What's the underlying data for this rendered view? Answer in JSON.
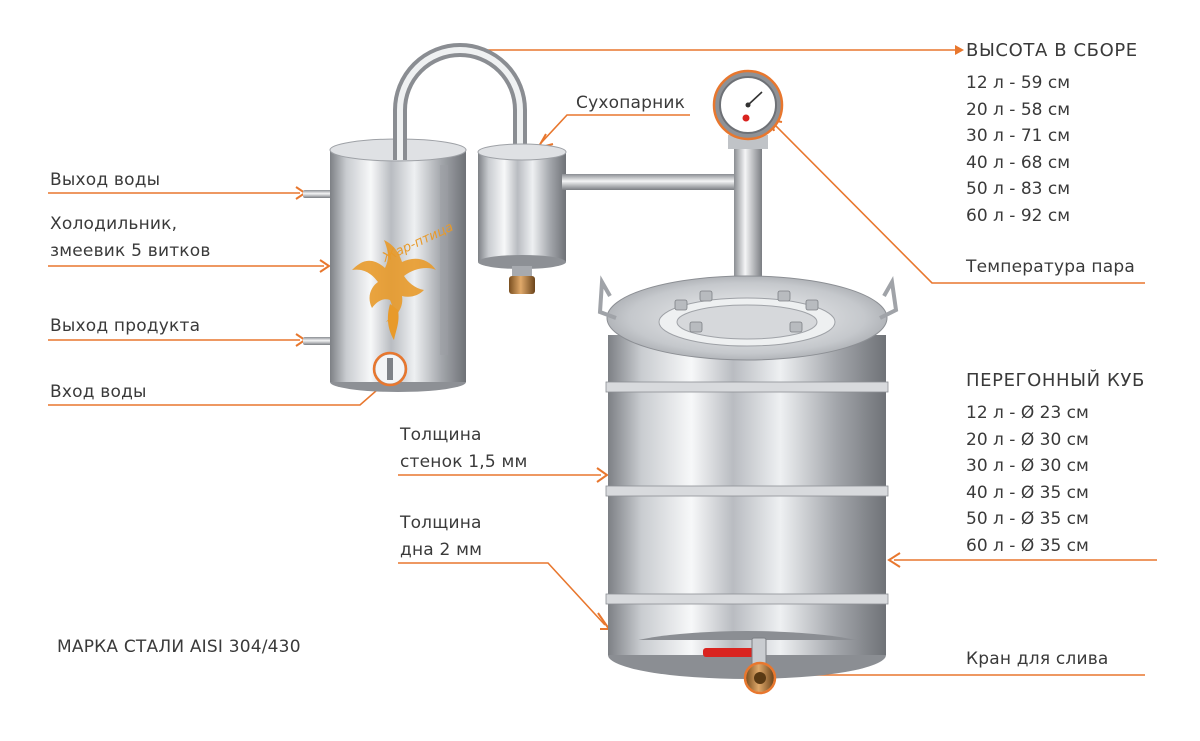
{
  "labels": {
    "height_title": "ВЫСОТА В СБОРЕ",
    "suhoparnik": "Сухопарник",
    "vyhod_vody": "Выход воды",
    "holodilnik_1": "Холодильник,",
    "holodilnik_2": "змеевик 5 витков",
    "vyhod_produkta": "Выход продукта",
    "vhod_vody": "Вход воды",
    "temperatura": "Температура пара",
    "peregonny_title": "ПЕРЕГОННЫЙ КУБ",
    "tolshchina_stenok_1": "Толщина",
    "tolshchina_stenok_2": "стенок 1,5 мм",
    "tolshchina_dna_1": "Толщина",
    "tolshchina_dna_2": "дна 2 мм",
    "marka_stali": "МАРКА СТАЛИ AISI 304/430",
    "kran": "Кран для слива",
    "logo_text": "Жар-птица"
  },
  "heights": [
    "12 л - 59 см",
    "20 л - 58 см",
    "30 л - 71 см",
    "40 л - 68 см",
    "50 л - 83 см",
    "60 л - 92 см"
  ],
  "diameters": [
    "12 л - Ø 23 см",
    "20 л - Ø 30 см",
    "30 л - Ø 30 см",
    "40 л - Ø 35 см",
    "50 л - Ø 35 см",
    "60 л - Ø 35 см"
  ],
  "colors": {
    "accent": "#e8772e",
    "text": "#3a3a3a",
    "steel_dark": "#8c8f94",
    "steel_light": "#f4f5f6",
    "valve_red": "#d9231f",
    "brass": "#b07a3a"
  }
}
